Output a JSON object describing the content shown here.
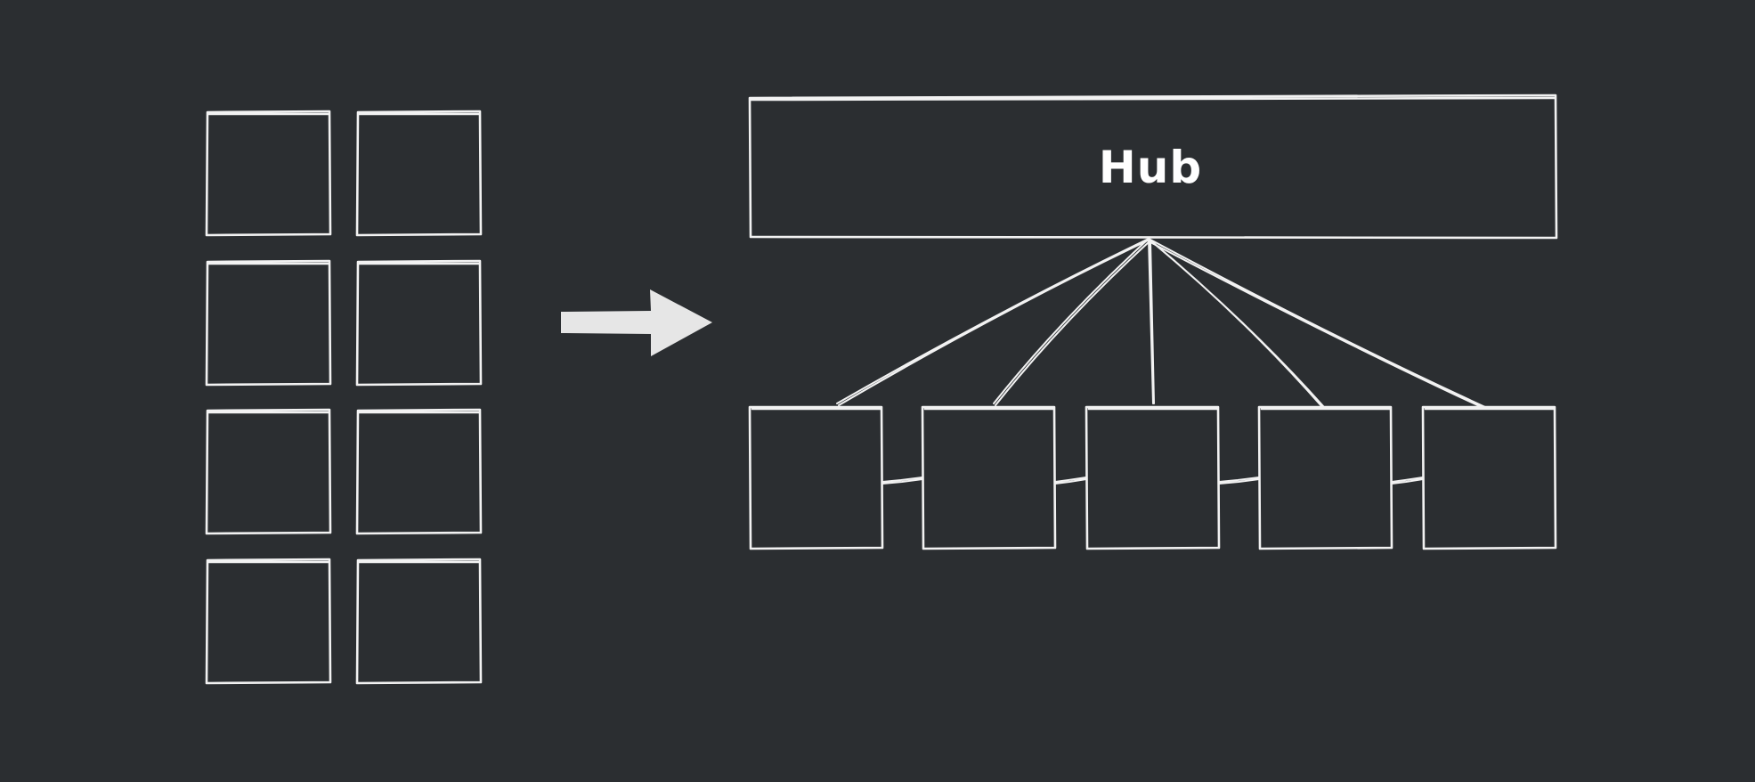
{
  "diagram": {
    "background": "#2b2e31",
    "stroke_color": "#f2f2f2",
    "arrow_color": "#e6e6e6",
    "hub": {
      "label": "Hub"
    },
    "left_grid": {
      "rows": 4,
      "columns": 2
    },
    "spoke_count": 5
  }
}
